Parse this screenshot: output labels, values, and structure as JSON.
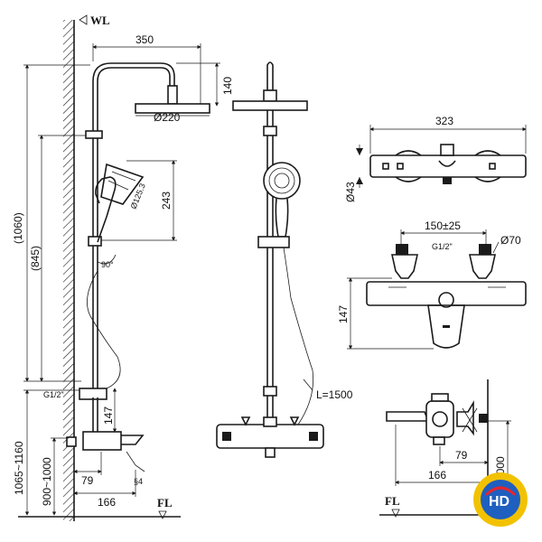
{
  "levels": {
    "wall": "WL",
    "floor_left": "FL",
    "floor_right": "FL"
  },
  "dims_left": {
    "arm_length": "350",
    "head_drop": "140",
    "head_diameter": "Ø220",
    "total_height": "(1060)",
    "rail_height": "(845)",
    "hand_shower": "Ø125.3",
    "hand_height": "243",
    "angle": "90°",
    "inlet_thread": "G1/2\"",
    "outlet_height": "147",
    "mount_range_total": "1065~1160",
    "mount_range_mixer": "900~1000",
    "offset_79": "79",
    "offset_166": "166"
  },
  "dims_center": {
    "hose_length": "L=1500"
  },
  "dims_right_top": {
    "width": "323",
    "diameter": "Ø43"
  },
  "dims_right_mid": {
    "centers": "150±25",
    "thread": "G1/2\"",
    "escutcheon": "Ø70",
    "height": "147"
  },
  "dims_right_bottom": {
    "d79": "79",
    "d166": "166",
    "d1000": "1000"
  },
  "logo": {
    "text": "HD",
    "colors": {
      "outer": "#f2c200",
      "inner": "#1f5fbf",
      "accent": "#e3262e"
    }
  }
}
